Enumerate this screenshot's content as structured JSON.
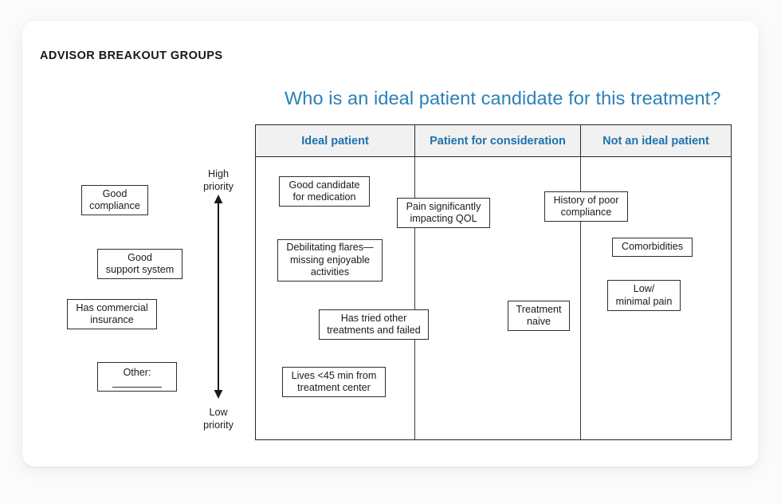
{
  "slide": {
    "eyebrow": "ADVISOR BREAKOUT GROUPS",
    "headline": "Who is an ideal patient candidate for this treatment?",
    "accent_blue": "#2a80b9",
    "header_blue": "#1d72ac",
    "header_fill": "#f1f1f1",
    "box_border": "#2e2e2e",
    "card_bg": "#ffffff",
    "page_bg": "#fbfbfc"
  },
  "priority_axis": {
    "top_label_line1": "High",
    "top_label_line2": "priority",
    "bottom_label_line1": "Low",
    "bottom_label_line2": "priority",
    "direction": "double-headed-vertical"
  },
  "option_bank": {
    "items": [
      {
        "line1": "Good",
        "line2": "compliance",
        "has_blank_line": false
      },
      {
        "line1": "Good",
        "line2": "support system",
        "has_blank_line": false
      },
      {
        "line1": "Has commercial",
        "line2": "insurance",
        "has_blank_line": false
      },
      {
        "line1": "Other:",
        "line2": "",
        "has_blank_line": true
      }
    ]
  },
  "matrix": {
    "columns": [
      {
        "header": "Ideal patient"
      },
      {
        "header": "Patient for consideration"
      },
      {
        "header": "Not an ideal patient"
      }
    ],
    "notes": [
      {
        "id": "good-candidate",
        "line1": "Good candidate",
        "line2": "for medication",
        "line3": ""
      },
      {
        "id": "pain-qol",
        "line1": "Pain significantly",
        "line2": "impacting QOL",
        "line3": ""
      },
      {
        "id": "history-poor-compliance",
        "line1": "History of poor",
        "line2": "compliance",
        "line3": ""
      },
      {
        "id": "comorbidities",
        "line1": "Comorbidities",
        "line2": "",
        "line3": ""
      },
      {
        "id": "debilitating-flares",
        "line1": "Debilitating flares—",
        "line2": "missing enjoyable",
        "line3": "activities"
      },
      {
        "id": "low-minimal-pain",
        "line1": "Low/",
        "line2": "minimal pain",
        "line3": ""
      },
      {
        "id": "tried-other-treatments",
        "line1": "Has tried other",
        "line2": "treatments and failed",
        "line3": ""
      },
      {
        "id": "treatment-naive",
        "line1": "Treatment",
        "line2": "naive",
        "line3": ""
      },
      {
        "id": "lives-near-center",
        "line1": "Lives <45 min from",
        "line2": "treatment center",
        "line3": ""
      }
    ]
  }
}
